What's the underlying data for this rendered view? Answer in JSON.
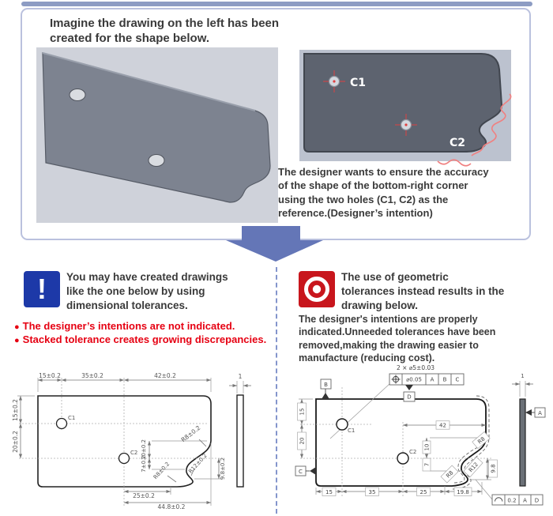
{
  "colors": {
    "accent_blue": "#6476b7",
    "divider_blue": "#8495cc",
    "warning_blue": "#1d39a8",
    "benefit_red": "#c8161d",
    "alert_red": "#e60012",
    "box_border": "#bac1de",
    "accent_bar": "#8d9cc3"
  },
  "top": {
    "title": [
      "Imagine the drawing on the left has been",
      "created for the shape below."
    ],
    "holes": {
      "c1": "C1",
      "c2": "C2"
    },
    "caption": [
      "The designer wants to ensure the accuracy",
      "of the shape of the bottom-right corner",
      "using the two holes (C1, C2) as the",
      "reference.(Designer’s intention)"
    ]
  },
  "left_panel": {
    "icon_glyph": "!",
    "heading": [
      "You may have created drawings",
      "like the one below by using",
      "dimensional tolerances."
    ],
    "bullet_marker": "●",
    "bullets": [
      "The designer’s intentions are not indicated.",
      "Stacked tolerance creates growing discrepancies."
    ],
    "drawing": {
      "top_dims": [
        "15±0.2",
        "35±0.2",
        "42±0.2"
      ],
      "left_dims": [
        "15±0.2",
        "20±0.2"
      ],
      "holes": {
        "c1": "C1",
        "c2": "C2"
      },
      "corner_radius": "R8±0.2",
      "step_dims": [
        "10±0.2",
        "7±0.2"
      ],
      "lower_radius": "R8±0.2",
      "curve_radius": "R12±0.2",
      "curve_height": "9.8±0.2",
      "bottom_dims": [
        "25±0.2",
        "44.8±0.2"
      ],
      "thickness": "1"
    }
  },
  "right_panel": {
    "heading": [
      "The use of geometric",
      "tolerances instead results in the",
      "drawing below."
    ],
    "body": [
      "The designer's intentions are properly",
      "indicated.Unneeded tolerances have been",
      "removed,making the drawing easier to",
      "manufacture (reducing cost)."
    ],
    "drawing": {
      "hole_callout": "2 × ⌀5±0.03",
      "position_fcf": {
        "symbol": "position",
        "tolerance": "⌀0.05",
        "datum1": "A",
        "datum2": "B",
        "datum3": "C"
      },
      "profile_fcf": {
        "symbol": "profile-of-a-line",
        "tolerance": "0.2",
        "datum1": "A",
        "datum2": "D"
      },
      "datums": {
        "a": "A",
        "b": "B",
        "c": "C",
        "d": "D"
      },
      "holes": {
        "c1": "C1",
        "c2": "C2"
      },
      "left_dims": [
        "15",
        "20"
      ],
      "bottom_dims": [
        "15",
        "35",
        "25",
        "19.8"
      ],
      "width_dim": "42",
      "step_dims": [
        "10",
        "7"
      ],
      "corner_radius": "R8",
      "lower_radius": "R8",
      "curve_radius": "R12",
      "curve_height": "9.8",
      "thickness": "1"
    }
  }
}
